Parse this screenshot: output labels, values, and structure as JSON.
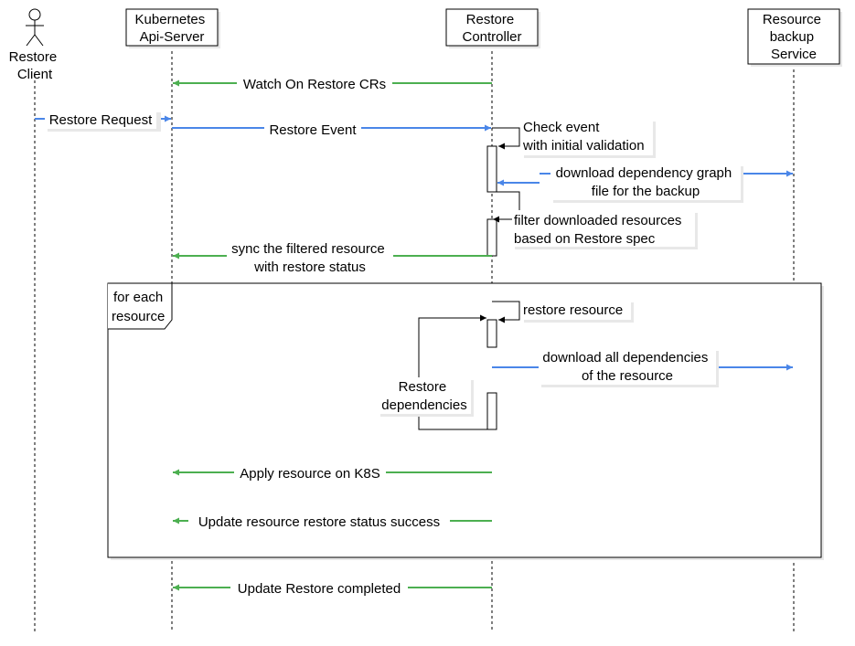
{
  "participants": {
    "client": [
      "Restore",
      "Client"
    ],
    "api": [
      "Kubernetes",
      "Api-Server"
    ],
    "controller": [
      "Restore",
      "Controller"
    ],
    "backup": [
      "Resource",
      "backup",
      "Service"
    ]
  },
  "messages": {
    "watch": [
      "Watch On Restore CRs"
    ],
    "request": [
      "Restore Request"
    ],
    "event": [
      "Restore Event"
    ],
    "check": [
      "Check event",
      "with initial validation"
    ],
    "download_graph": [
      "download dependency graph",
      "file for the backup"
    ],
    "filter": [
      "filter downloaded resources",
      "based on Restore spec"
    ],
    "sync": [
      "sync the filtered resource",
      "with restore status"
    ],
    "restore_resource": [
      "restore resource"
    ],
    "download_all": [
      "download all dependencies",
      "of the resource"
    ],
    "restore_deps": [
      "Restore",
      "dependencies"
    ],
    "apply": [
      "Apply resource on K8S"
    ],
    "update_status": [
      "Update resource restore status success"
    ],
    "completed": [
      "Update Restore completed"
    ]
  },
  "loop": {
    "label": [
      "for each",
      "resource"
    ]
  },
  "colors": {
    "green": "#4caf50",
    "blue": "#4a86e8",
    "black": "#000000"
  }
}
